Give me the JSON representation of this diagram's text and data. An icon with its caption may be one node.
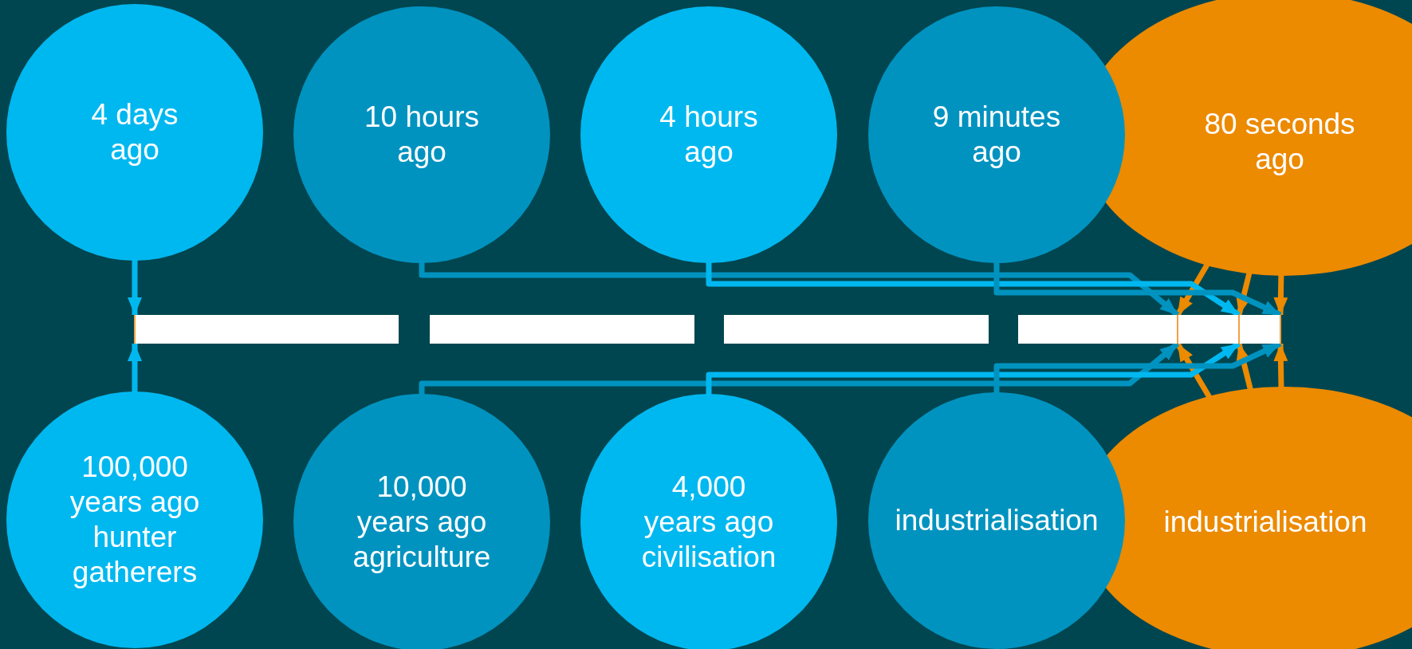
{
  "diagram": {
    "nodes": [
      {
        "text": [
          "4 days ago"
        ]
      },
      {
        "text": [
          "10 hours ago"
        ]
      },
      {
        "text": [
          "4 hours ago"
        ]
      },
      {
        "text": [
          "9 minutes ago"
        ]
      },
      {
        "text": [
          "80 seconds ago"
        ]
      },
      {
        "text": [
          "100,000 years ago",
          "hunter gatherers"
        ]
      },
      {
        "text": [
          "10,000 years ago",
          "agriculture"
        ]
      },
      {
        "text": [
          "4,000 years ago",
          "civilisation"
        ]
      },
      {
        "text": [
          "industrialisation"
        ]
      },
      {
        "text": [
          "industrialisation"
        ]
      },
      {
        "text": [],
        "shape": "bar"
      }
    ],
    "edges": [
      {
        "from": 0,
        "to": 10,
        "arrow": "to",
        "color": "#00b8f0"
      },
      {
        "from": 1,
        "to": 10,
        "arrow": "to",
        "color": "#0093c0"
      },
      {
        "from": 2,
        "to": 10,
        "arrow": "to",
        "color": "#00b8f0"
      },
      {
        "from": 3,
        "to": 10,
        "arrow": "to",
        "color": "#0093c0"
      },
      {
        "from": 4,
        "to": 10,
        "arrow": "to",
        "color": "#ec8a00"
      },
      {
        "from": 4,
        "to": 10,
        "arrow": "to",
        "color": "#ec8a00"
      },
      {
        "from": 4,
        "to": 10,
        "arrow": "to",
        "color": "#ec8a00"
      },
      {
        "from": 5,
        "to": 10,
        "arrow": "to",
        "color": "#00b8f0"
      },
      {
        "from": 6,
        "to": 10,
        "arrow": "to",
        "color": "#0093c0"
      },
      {
        "from": 7,
        "to": 10,
        "arrow": "to",
        "color": "#00b8f0"
      },
      {
        "from": 8,
        "to": 10,
        "arrow": "to",
        "color": "#0093c0"
      },
      {
        "from": 9,
        "to": 10,
        "arrow": "to",
        "color": "#ec8a00"
      },
      {
        "from": 9,
        "to": 10,
        "arrow": "to",
        "color": "#ec8a00"
      },
      {
        "from": 9,
        "to": 10,
        "arrow": "to",
        "color": "#ec8a00"
      }
    ]
  }
}
